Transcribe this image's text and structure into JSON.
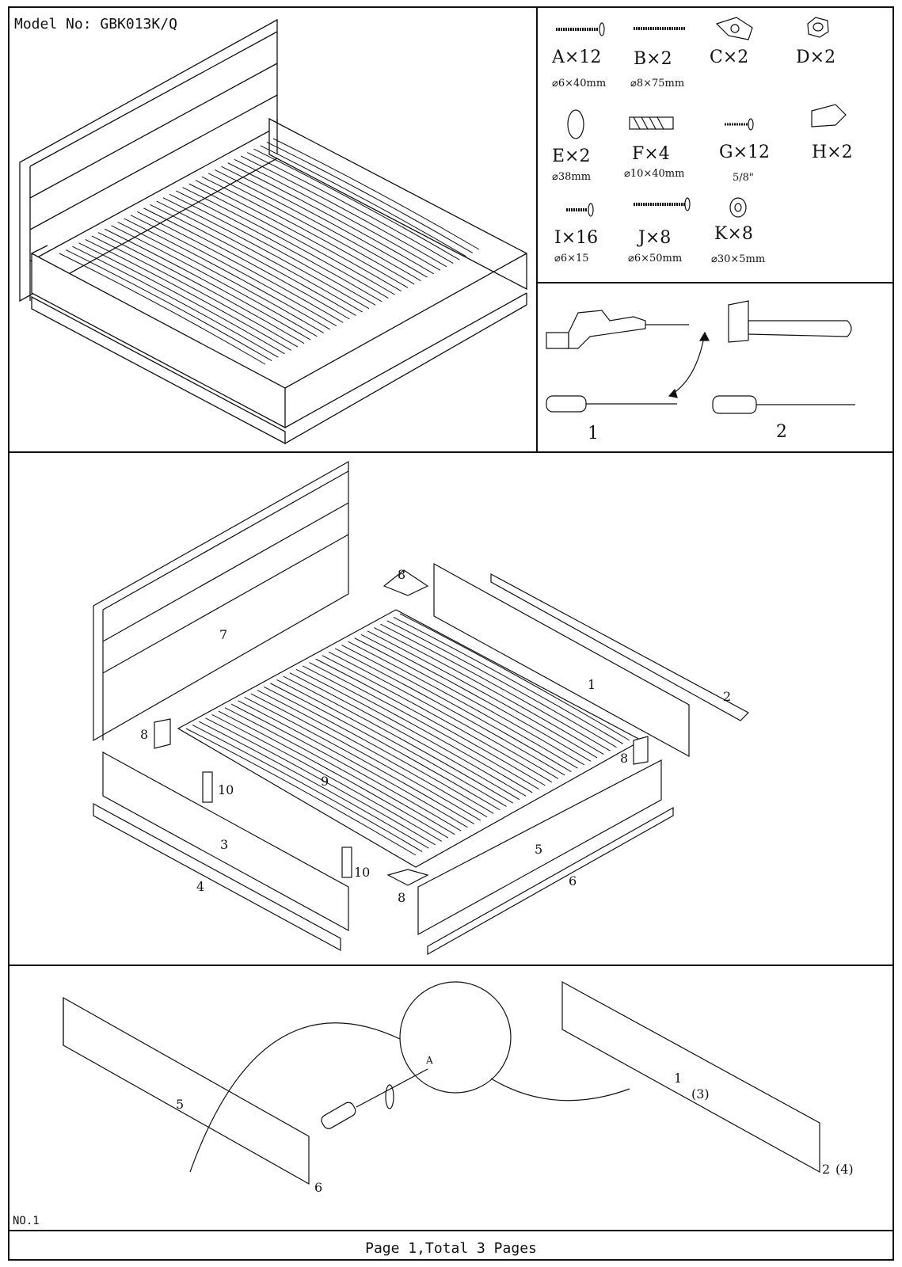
{
  "header": {
    "model": "Model No: GBK013K/Q"
  },
  "parts": [
    {
      "id": "A",
      "label": "A×12",
      "dim": "⌀6×40mm",
      "icon": "long-screw-icon"
    },
    {
      "id": "B",
      "label": "B×2",
      "dim": "⌀8×75mm",
      "icon": "long-bolt-icon"
    },
    {
      "id": "C",
      "label": "C×2",
      "dim": "",
      "icon": "bracket-plate-icon"
    },
    {
      "id": "D",
      "label": "D×2",
      "dim": "",
      "icon": "hex-nut-icon"
    },
    {
      "id": "E",
      "label": "E×2",
      "dim": "⌀38mm",
      "icon": "cap-disc-icon"
    },
    {
      "id": "F",
      "label": "F×4",
      "dim": "⌀10×40mm",
      "icon": "wood-dowel-icon"
    },
    {
      "id": "G",
      "label": "G×12",
      "dim": "5/8\"",
      "icon": "short-screw-icon"
    },
    {
      "id": "H",
      "label": "H×2",
      "dim": "",
      "icon": "corner-bracket-icon"
    },
    {
      "id": "I",
      "label": "I×16",
      "dim": "⌀6×15",
      "icon": "small-bolt-icon"
    },
    {
      "id": "J",
      "label": "J×8",
      "dim": "⌀6×50mm",
      "icon": "bolt-icon"
    },
    {
      "id": "K",
      "label": "K×8",
      "dim": "⌀30×5mm",
      "icon": "washer-icon"
    }
  ],
  "tools": [
    {
      "label": "1",
      "icon": "screwdriver-icon"
    },
    {
      "label": "2",
      "icon": "screwdriver-icon"
    }
  ],
  "exploded_labels": [
    "7",
    "8",
    "8",
    "8",
    "8",
    "1",
    "2",
    "9",
    "10",
    "10",
    "3",
    "4",
    "5",
    "6"
  ],
  "step_labels": {
    "left_panel": "5",
    "left_rail": "6",
    "zoom_part": "A",
    "right_panel": "1",
    "right_panel_alt": "(3)",
    "right_rail": "2",
    "right_rail_alt": "(4)"
  },
  "footer": {
    "step_no": "NO.1",
    "page": "Page 1,Total 3 Pages"
  }
}
